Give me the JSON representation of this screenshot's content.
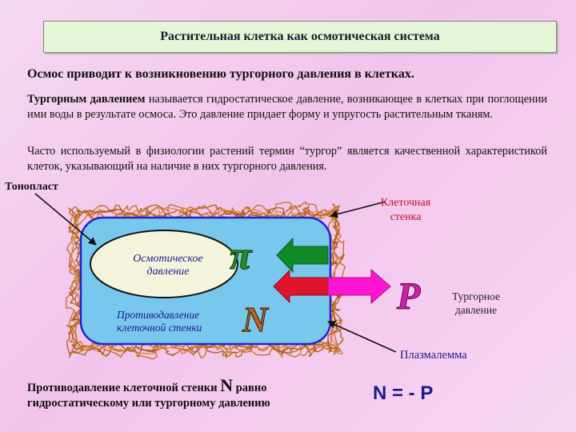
{
  "title": "Растительная клетка как осмотическая система",
  "heading": "Осмос приводит к возникновению тургорного давления в клетках.",
  "paragraph1": {
    "term": "Тургорным давлением",
    "rest": " называется гидростатическое давление, возникающее в клетках при поглощении ими воды в результате осмоса. Это давление придает форму и упругость растительным тканям."
  },
  "paragraph2": "Часто используемый в физиологии растений термин “тургор” является качественной характеристикой клеток, указывающий на наличие в них тургорного давления.",
  "labels": {
    "tonoplast": "Тонопласт",
    "cell_wall_line1": "Клеточная",
    "cell_wall_line2": "стенка",
    "osmotic_line1": "Осмотическое",
    "osmotic_line2": "давление",
    "counter_line1": "Противодавление",
    "counter_line2": "клеточной стенки",
    "turgor_line1": "Тургорное",
    "turgor_line2": "давление",
    "plasmalemma": "Плазмалемма",
    "symbol_pi": "π",
    "symbol_n": "N",
    "symbol_p": "P"
  },
  "formula": {
    "text_before": "Противодавление клеточной стенки ",
    "symbol": "N",
    "text_after1": " равно",
    "text_after2": "гидростатическому или тургорному давлению",
    "equation": "N = - P"
  },
  "colors": {
    "cytoplasm": "#78c8ee",
    "vacuole": "#f4f4dc",
    "wall_fibers": "#c8742a",
    "membrane": "#2222cc",
    "arrow_green": "#0f8a26",
    "arrow_red": "#e0142a",
    "arrow_magenta": "#ff14d2",
    "symbol_pi": "#2e8b22",
    "symbol_n": "#b4651e",
    "symbol_p": "#cc22aa"
  }
}
